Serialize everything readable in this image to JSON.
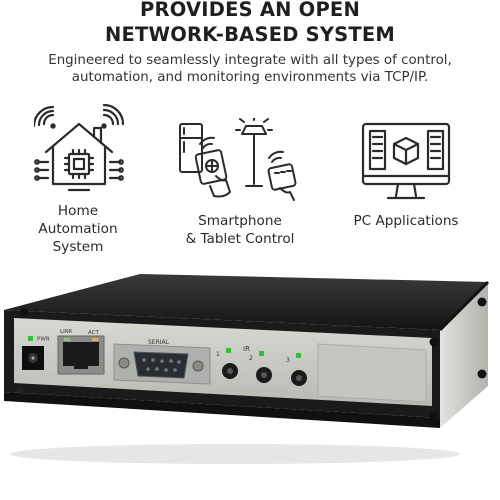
{
  "headline": {
    "line1": "PROVIDES AN OPEN",
    "line2": "NETWORK-BASED SYSTEM"
  },
  "subtitle": {
    "line1": "Engineered to seamlessly integrate with all types of control,",
    "line2": "automation, and monitoring environments via TCP/IP."
  },
  "features": [
    {
      "line1": "Home",
      "line2": "Automation",
      "line3": "System",
      "icon": "smart-home-icon"
    },
    {
      "line1": "Smartphone",
      "line2": "& Tablet Control",
      "icon": "smartphone-tablet-control-icon"
    },
    {
      "line1": "PC Applications",
      "icon": "pc-monitor-icon"
    }
  ],
  "device": {
    "pwr_label": "PWR",
    "link_label": "LINK",
    "act_label": "ACT",
    "serial_label": "SERIAL",
    "ir_label": "IR",
    "ir_port_1": "1",
    "ir_port_2": "2",
    "ir_port_3": "3"
  },
  "colors": {
    "text": "#2b2b2b",
    "icon_stroke": "#2b2b2b",
    "led_green": "#2fbf3a",
    "chassis": "#1e1e1e",
    "faceplate": "#c9c9c4"
  }
}
